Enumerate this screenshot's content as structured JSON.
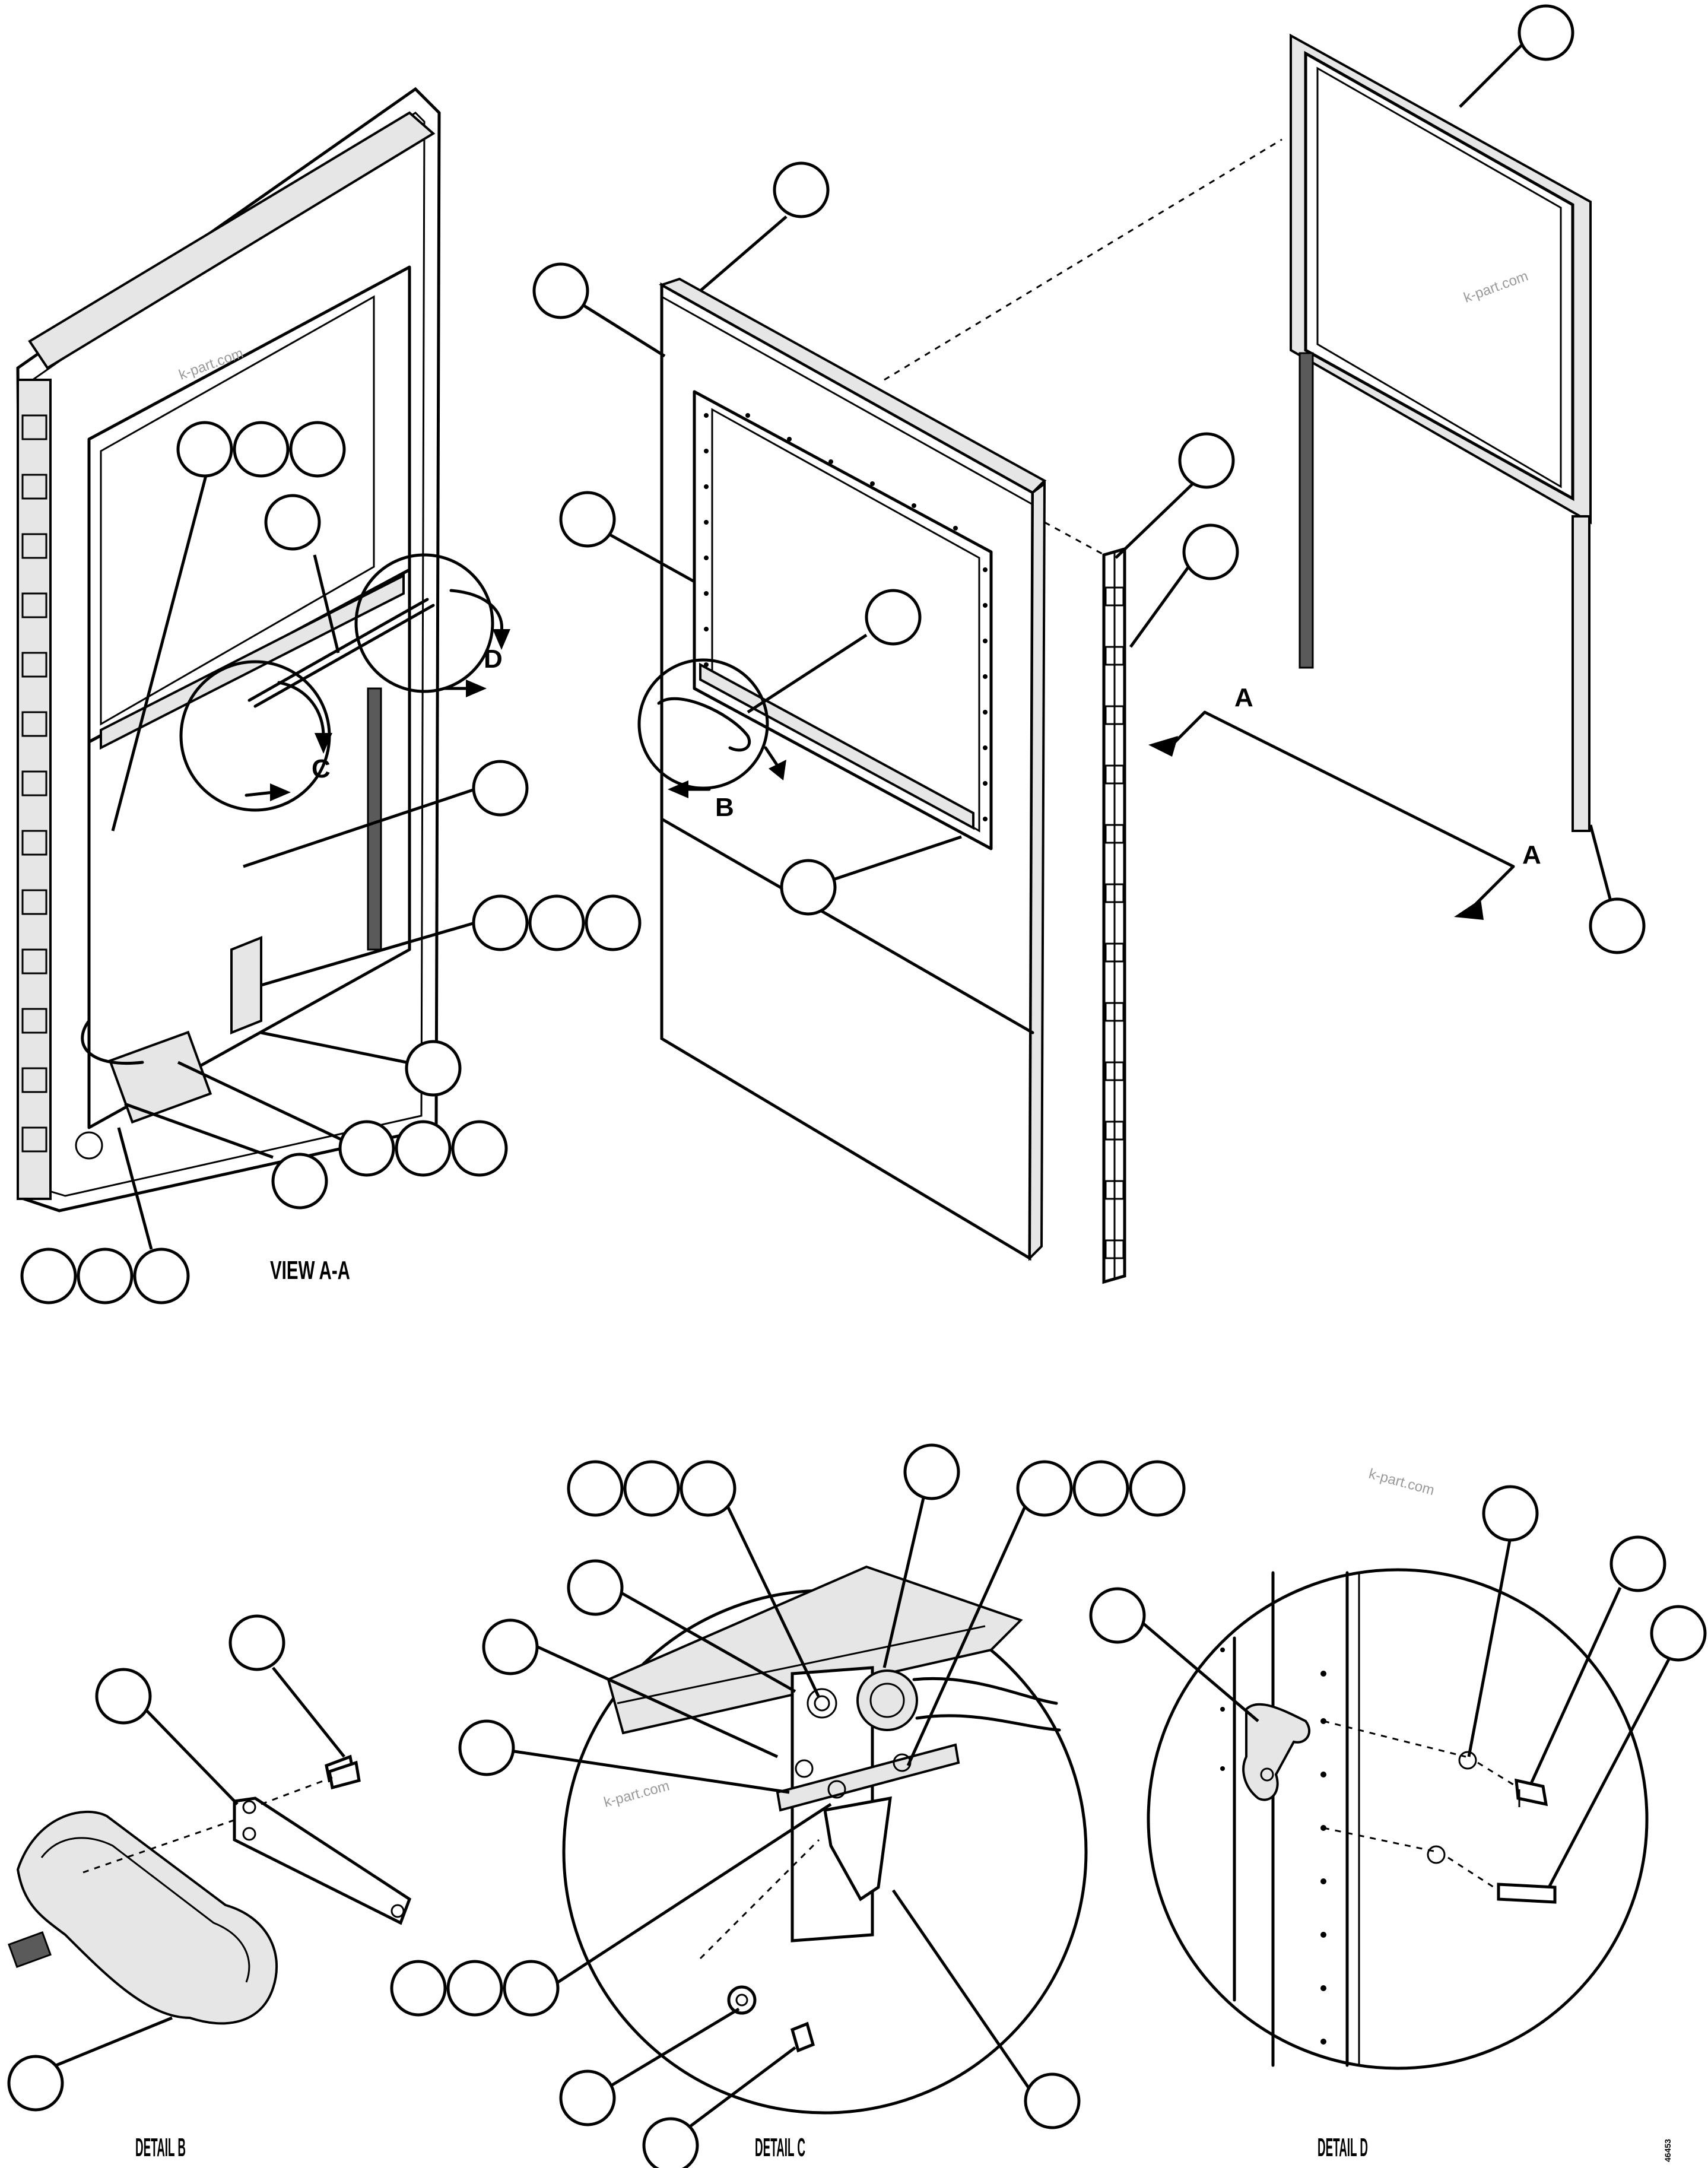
{
  "view_labels": {
    "view_aa": "VIEW A-A",
    "detail_b": "DETAIL B",
    "detail_c": "DETAIL C",
    "detail_d": "DETAIL D"
  },
  "section_arrows": {
    "upper": "A",
    "lower": "A"
  },
  "detail_callouts": {
    "b": "B",
    "c": "C",
    "d": "D"
  },
  "watermarks": [
    "k-part.com",
    "k-part.com",
    "k-part.com",
    "k-part.com"
  ],
  "drawing_number": "46453",
  "callout_bubble_text": ""
}
